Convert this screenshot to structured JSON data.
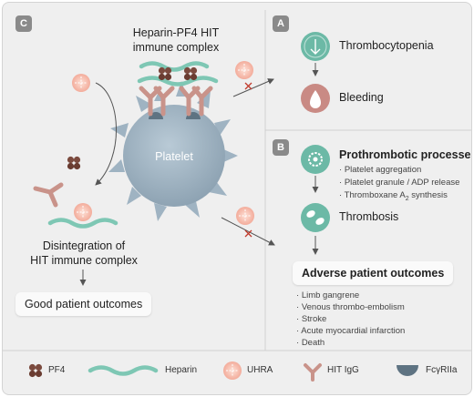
{
  "panels": {
    "c": {
      "letter": "C",
      "complex_title_1": "Heparin-PF4 HIT",
      "complex_title_2": "immune complex",
      "platelet_label": "Platelet",
      "disintegration_1": "Disintegration of",
      "disintegration_2": "HIT immune complex",
      "good_outcome": "Good patient outcomes"
    },
    "a": {
      "letter": "A",
      "thrombocytopenia": "Thrombocytopenia",
      "bleeding": "Bleeding"
    },
    "b": {
      "letter": "B",
      "prothrombotic": "Prothrombotic processes",
      "processes": [
        "Platelet aggregation",
        "Platelet granule / ADP release"
      ],
      "thromboxane_prefix": "Thromboxane A",
      "thromboxane_sub": "2",
      "thromboxane_suffix": " synthesis",
      "thrombosis": "Thrombosis",
      "adverse": "Adverse patient outcomes",
      "outcomes": [
        "Limb gangrene",
        "Venous thrombo-embolism",
        "Stroke",
        "Acute myocardial infarction",
        "Death"
      ]
    }
  },
  "legend": {
    "pf4": "PF4",
    "heparin": "Heparin",
    "uhra": "UHRA",
    "hit_igg": "HIT IgG",
    "fcgriia": "FcγRIIa"
  },
  "colors": {
    "heparin": "#7ec7b4",
    "pf4": "#7b4a3e",
    "antibody": "#c9938a",
    "uhra": "#f5b8a8",
    "platelet": "#9fb3c2",
    "receptor": "#5e7382",
    "teal_icon": "#6cb9a6",
    "bleed_icon": "#c98a84"
  }
}
